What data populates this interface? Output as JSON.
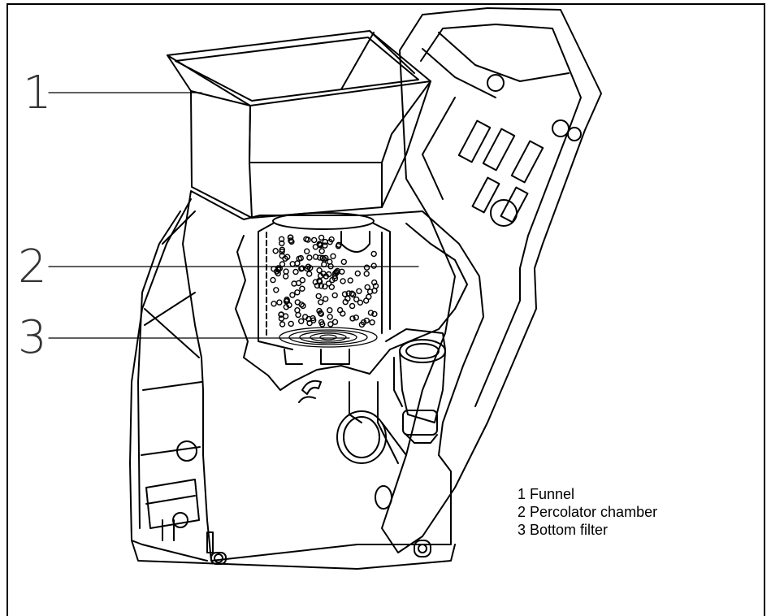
{
  "callouts": [
    {
      "number": "1",
      "target": "Funnel"
    },
    {
      "number": "2",
      "target": "Percolator chamber"
    },
    {
      "number": "3",
      "target": "Bottom filter"
    }
  ],
  "legend": {
    "items": [
      "1 Funnel",
      "2 Percolator chamber",
      "3 Bottom filter"
    ]
  },
  "colors": {
    "line": "#000000",
    "background": "#ffffff"
  }
}
